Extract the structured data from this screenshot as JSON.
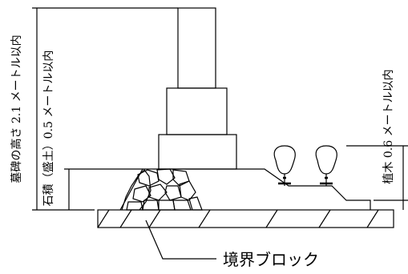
{
  "labels": {
    "height_total": "墓碑の高さ 2.1 メートル以内",
    "height_mound": "石積（盛土）0.5 メートル以内",
    "height_plants": "植木 0.6 メートル以内",
    "boundary_block": "境界ブロック"
  }
}
